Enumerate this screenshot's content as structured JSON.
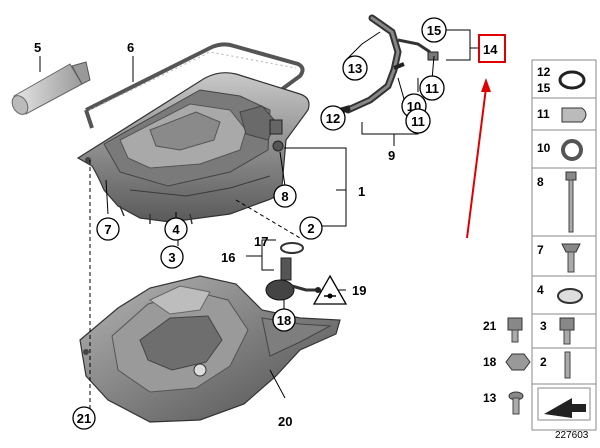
{
  "diagram": {
    "callouts": {
      "c1": "1",
      "c2": "2",
      "c3": "3",
      "c4": "4",
      "c5": "5",
      "c6": "6",
      "c7": "7",
      "c8": "8",
      "c9": "9",
      "c10": "10",
      "c11": "11",
      "c12": "12",
      "c13": "13",
      "c14": "14",
      "c15": "15",
      "c16": "16",
      "c17": "17",
      "c18": "18",
      "c19": "19",
      "c20": "20",
      "c21": "21"
    },
    "highlight_color": "#e00000",
    "reference_number": "227603"
  },
  "legend_panel": {
    "items": [
      {
        "label": "12"
      },
      {
        "label": "15"
      },
      {
        "label": "11"
      },
      {
        "label": "10"
      },
      {
        "label": "8"
      },
      {
        "label": "7"
      },
      {
        "label": "4"
      },
      {
        "label": "21"
      },
      {
        "label": "3"
      },
      {
        "label": "18"
      },
      {
        "label": "2"
      },
      {
        "label": "13"
      }
    ]
  }
}
